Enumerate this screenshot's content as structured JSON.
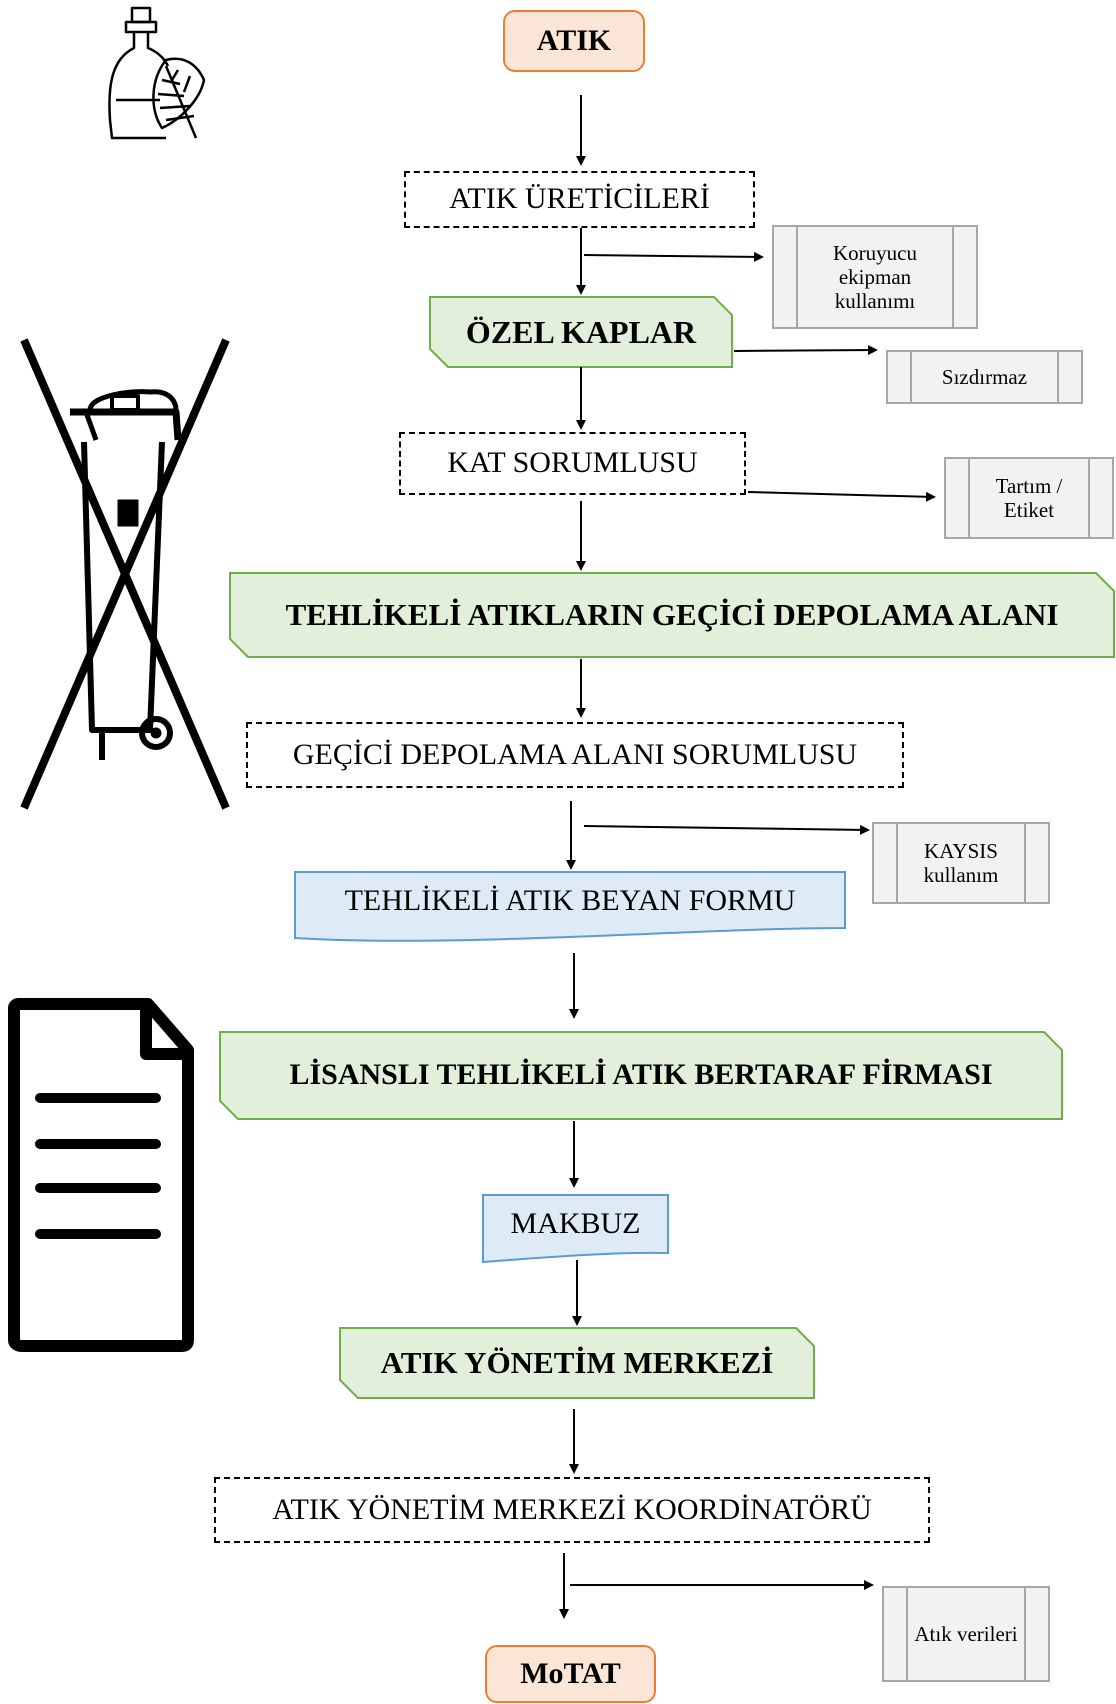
{
  "diagram": {
    "start": "ATIK",
    "producers": "ATIK ÜRETİCİLERİ",
    "ppe": "Koruyucu ekipman kullanımı",
    "containers": "ÖZEL KAPLAR",
    "leakproof": "Sızdırmaz",
    "floor_manager": "KAT SORUMLUSU",
    "weigh_label": "Tartım / Etiket",
    "temp_storage": "TEHLİKELİ ATIKLARIN GEÇİCİ DEPOLAMA ALANI",
    "storage_manager": "GEÇİCİ DEPOLAMA ALANI SORUMLUSU",
    "kaysis": "KAYSIS kullanım",
    "declaration_form": "TEHLİKELİ ATIK BEYAN FORMU",
    "disposal_company": "LİSANSLI TEHLİKELİ ATIK BERTARAF FİRMASI",
    "receipt": "MAKBUZ",
    "waste_center": "ATIK YÖNETİM MERKEZİ",
    "coordinator": "ATIK YÖNETİM MERKEZİ KOORDİNATÖRÜ",
    "waste_data": "Atık verileri",
    "end": "MoTAT"
  },
  "icons": [
    "bottle-leaf-icon",
    "crossed-bin-icon",
    "document-icon"
  ],
  "colors": {
    "terminal_fill": "#fbe5d6",
    "terminal_border": "#ed7d31",
    "process_fill": "#e2efda",
    "process_border": "#70ad47",
    "document_fill": "#deebf7",
    "document_border": "#5b9bd5",
    "sub_fill": "#f2f2f2",
    "sub_border": "#a6a6a6"
  }
}
